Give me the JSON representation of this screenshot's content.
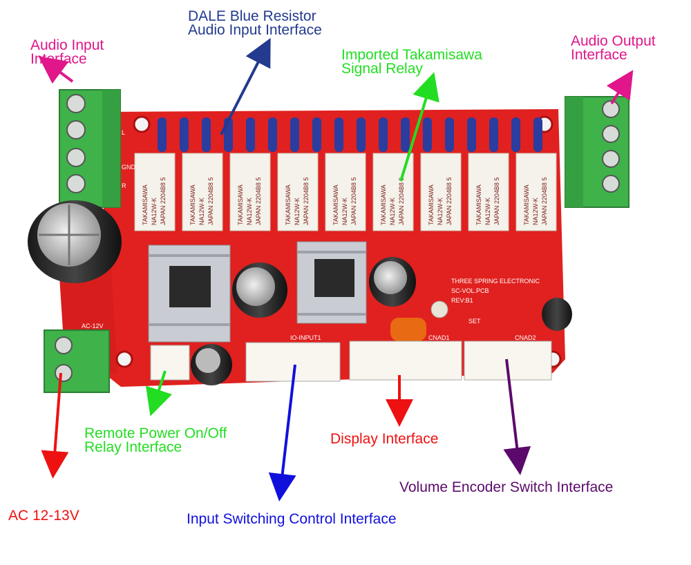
{
  "board": {
    "silkscreen": {
      "brand": "THREE SPRING ELECTRONIC",
      "model": "SC-VOL.PCB",
      "revision": "REV:B1",
      "input_header": "IO-INPUT1",
      "display_header": "CNAD1",
      "encoder_header": "CNAD2",
      "set_label": "SET",
      "ac_label": "AC-12V",
      "gnd_label": "GND",
      "r_label": "R",
      "l_label": "L"
    },
    "relay_text": {
      "brand": "TAKAMISAWA",
      "model": "NA12W-K",
      "origin": "JAPAN 2204B8 5"
    },
    "relay_count": 9,
    "resistor_count": 18
  },
  "colors": {
    "pcb": "#e0211f",
    "terminal": "#3fb24a",
    "resistor": "#2b3d9e",
    "relay": "#f4f2ea",
    "heatsink": "#c9ccd2"
  },
  "callouts": {
    "audio_input": {
      "lines": [
        "Audio Input",
        "Interface"
      ],
      "color": "#e0168a"
    },
    "dale_resistor": {
      "lines": [
        "DALE Blue Resistor",
        "Audio Input Interface"
      ],
      "color": "#233a8f"
    },
    "relay": {
      "lines": [
        "Imported Takamisawa",
        "Signal Relay"
      ],
      "color": "#22dd22"
    },
    "audio_output": {
      "lines": [
        "Audio Output",
        "Interface"
      ],
      "color": "#e0168a"
    },
    "remote_power": {
      "lines": [
        "Remote Power On/Off",
        "Relay Interface"
      ],
      "color": "#22dd22"
    },
    "display": {
      "lines": [
        "Display Interface"
      ],
      "color": "#ee1111"
    },
    "volume_encoder": {
      "lines": [
        "Volume Encoder Switch Interface"
      ],
      "color": "#5b0a6b"
    },
    "ac_power": {
      "lines": [
        "AC 12-13V"
      ],
      "color": "#ee1111"
    },
    "input_switching": {
      "lines": [
        "Input Switching Control Interface"
      ],
      "color": "#1010dd"
    }
  }
}
